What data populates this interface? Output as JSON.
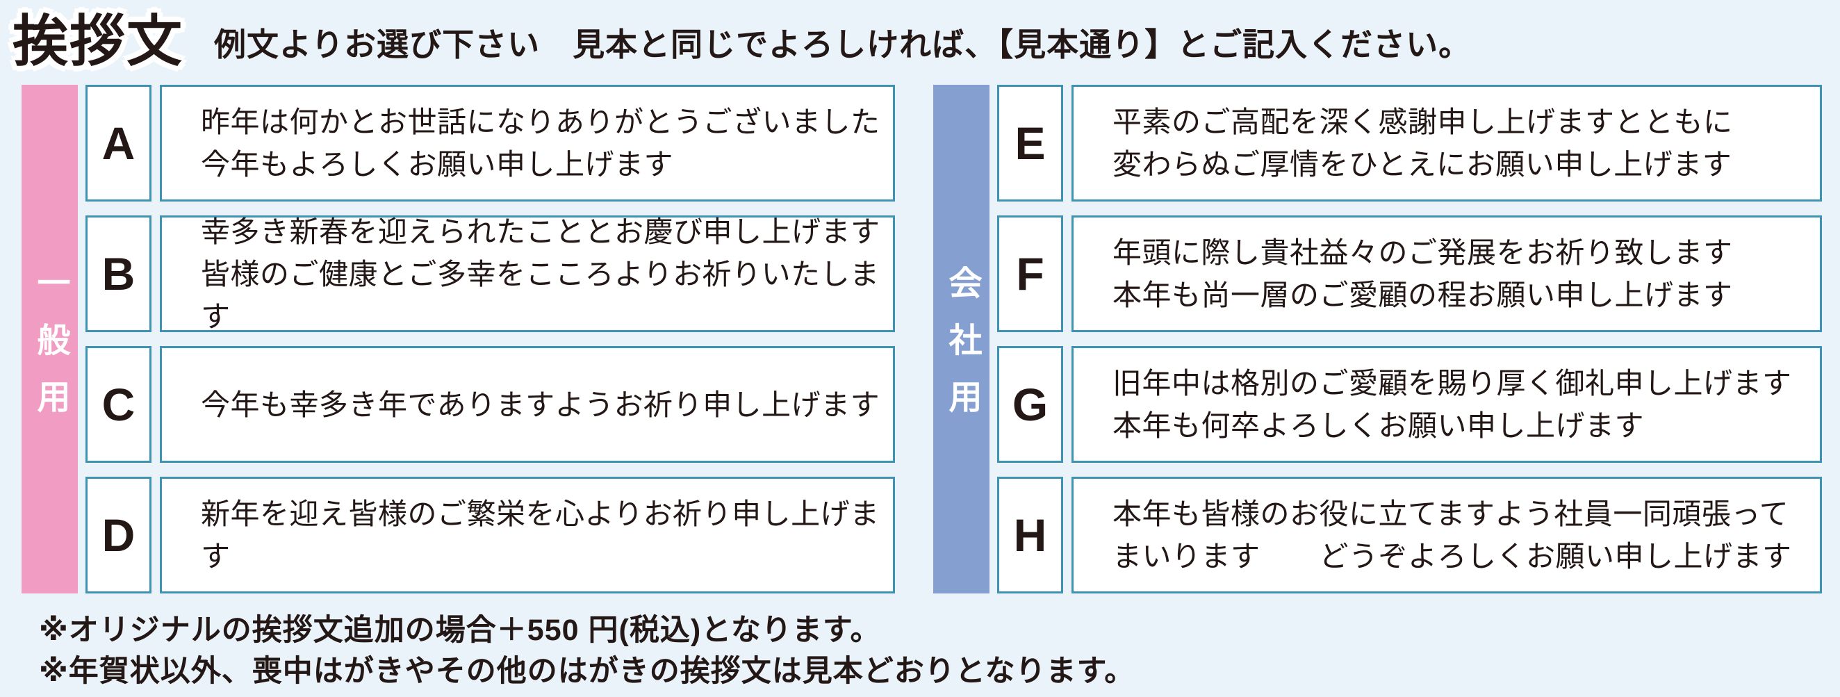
{
  "page": {
    "title": "挨拶文",
    "subtitle": "例文よりお選び下さい　見本と同じでよろしければ、【見本通り】とご記入ください。",
    "background_color": "#eaf2fa",
    "box_border_color": "#3e92b4",
    "text_color": "#231815"
  },
  "groups": [
    {
      "label": "一般用",
      "bar_color": "#f19cc2",
      "rows": [
        {
          "letter": "A",
          "lines": [
            "昨年は何かとお世話になりありがとうございました",
            "今年もよろしくお願い申し上げます"
          ]
        },
        {
          "letter": "B",
          "lines": [
            "幸多き新春を迎えられたこととお慶び申し上げます",
            "皆様のご健康とご多幸をこころよりお祈りいたします"
          ]
        },
        {
          "letter": "C",
          "lines": [
            "今年も幸多き年でありますようお祈り申し上げます"
          ]
        },
        {
          "letter": "D",
          "lines": [
            "新年を迎え皆様のご繁栄を心よりお祈り申し上げます"
          ]
        }
      ]
    },
    {
      "label": "会社用",
      "bar_color": "#849fd0",
      "rows": [
        {
          "letter": "E",
          "lines": [
            "平素のご高配を深く感謝申し上げますとともに",
            "変わらぬご厚情をひとえにお願い申し上げます"
          ]
        },
        {
          "letter": "F",
          "lines": [
            "年頭に際し貴社益々のご発展をお祈り致します",
            "本年も尚一層のご愛顧の程お願い申し上げます"
          ]
        },
        {
          "letter": "G",
          "lines": [
            "旧年中は格別のご愛顧を賜り厚く御礼申し上げます",
            "本年も何卒よろしくお願い申し上げます"
          ]
        },
        {
          "letter": "H",
          "lines": [
            "本年も皆様のお役に立てますよう社員一同頑張って",
            "まいります　　どうぞよろしくお願い申し上げます"
          ]
        }
      ]
    }
  ],
  "notes": [
    "※オリジナルの挨拶文追加の場合＋550 円(税込)となります。",
    "※年賀状以外、喪中はがきやその他のはがきの挨拶文は見本どおりとなります。"
  ]
}
